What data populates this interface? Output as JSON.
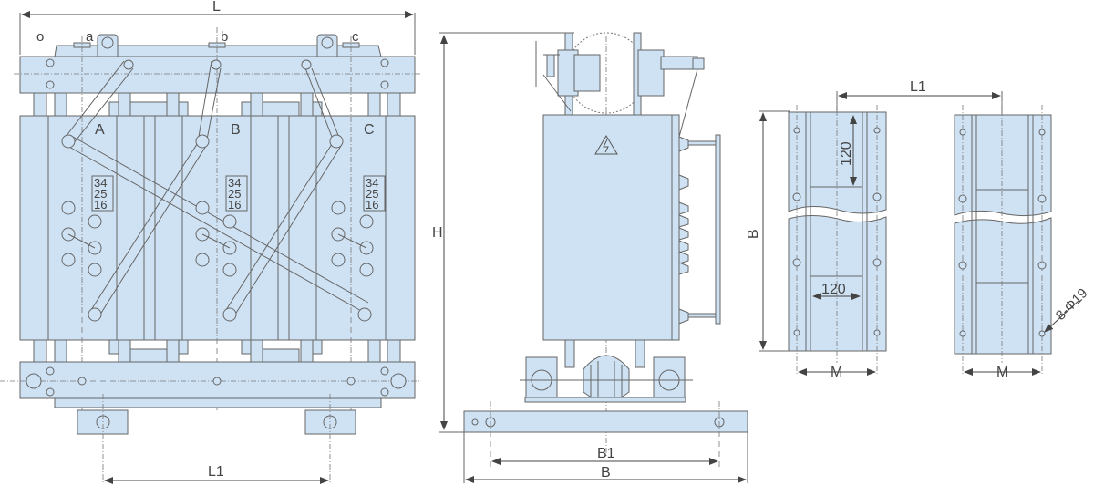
{
  "front_view": {
    "dim_length": "L",
    "dim_foot_spacing": "L1",
    "terminals": [
      "a",
      "b",
      "c"
    ],
    "phases": [
      "A",
      "B",
      "C"
    ],
    "tap_rows": [
      "34",
      "25",
      "16"
    ],
    "small_mark": "o"
  },
  "side_view": {
    "dim_height": "H",
    "dim_base_inner": "B1",
    "dim_base_outer": "B"
  },
  "base_views": {
    "dim_spacing": "L1",
    "dim_length": "B",
    "dim_slot_vertical": "120",
    "dim_slot_horizontal": "120",
    "dim_width_left": "M",
    "dim_width_right": "M",
    "holes_note": "8-Φ19"
  },
  "colors": {
    "fill": "#cfe2f4",
    "line": "#666666"
  }
}
